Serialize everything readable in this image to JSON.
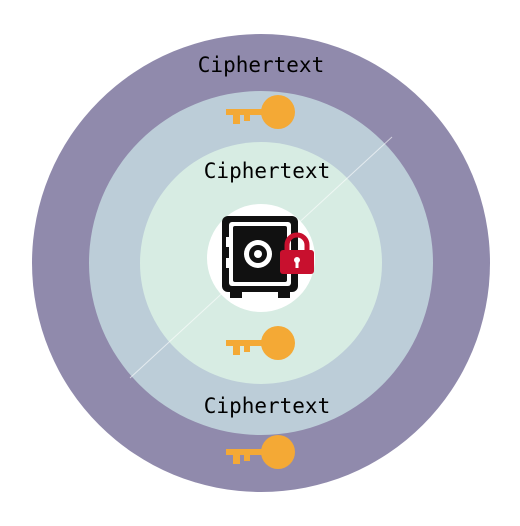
{
  "diagram": {
    "layers": [
      {
        "label": "Ciphertext",
        "color": "#908aac"
      },
      {
        "label": "Ciphertext",
        "color": "#bccdd8"
      },
      {
        "label": "Ciphertext",
        "color": "#d7ece3"
      }
    ],
    "key_color": "#f4a935",
    "center_icon": "locked-safe-icon",
    "lock_color": "#c8102e",
    "safe_color": "#111111"
  }
}
